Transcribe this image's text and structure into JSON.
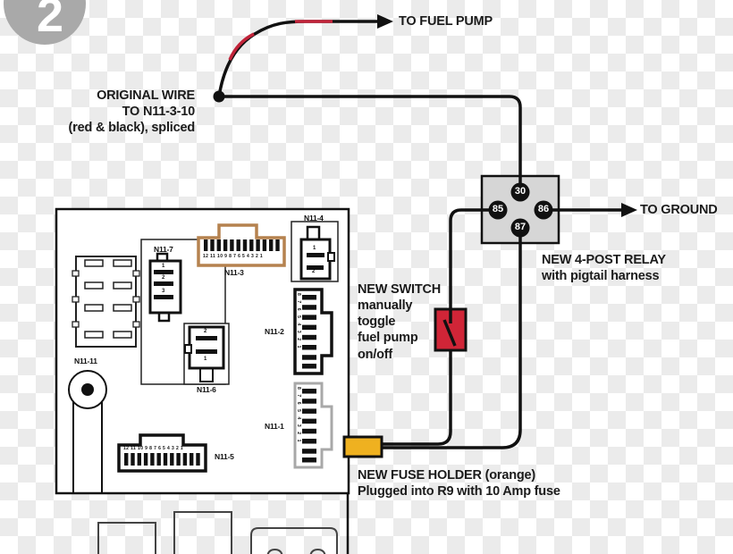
{
  "badge": {
    "number": "2"
  },
  "labels": {
    "to_fuel_pump": "TO FUEL PUMP",
    "to_ground": "TO GROUND",
    "original_wire": {
      "line1": "ORIGINAL WIRE",
      "line2": "TO N11-3-10",
      "line3": "(red & black), spliced"
    },
    "relay": {
      "line1": "NEW 4-POST RELAY",
      "line2": "with pigtail harness"
    },
    "switch": {
      "line1": "NEW SWITCH",
      "line2": "manually",
      "line3": "toggle",
      "line4": "fuel pump",
      "line5": "on/off"
    },
    "fuse": {
      "line1": "NEW FUSE HOLDER (orange)",
      "line2": "Plugged into R9 with 10 Amp fuse"
    }
  },
  "relay_posts": {
    "p30": "30",
    "p85": "85",
    "p86": "86",
    "p87": "87"
  },
  "fusebox": {
    "connector_labels": {
      "n11_7": "N11-7",
      "n11_3": "N11-3",
      "n11_4": "N11-4",
      "n11_2": "N11-2",
      "n11_6": "N11-6",
      "n11_1": "N11-1",
      "n11_5": "N11-5",
      "n11_11": "N11-11"
    },
    "pin_rows": {
      "n11_3": "12 11 10 9 8 7 6 5 4 3 2 1",
      "n11_5": "12 11 10 9 8 7 6 5 4 3 2 1"
    },
    "pin_cols": {
      "n11_2": "87654321",
      "n11_1": "87654321"
    },
    "pins": {
      "n11_7": [
        "1",
        "2",
        "3"
      ],
      "n11_6": [
        "2",
        "1"
      ],
      "n11_4": [
        "1",
        "2"
      ]
    }
  },
  "colors": {
    "wire_black": "#111111",
    "wire_red": "#c2243a",
    "switch_red": "#d02537",
    "fuse_orange": "#efb120",
    "connector_tan": "#b5824f",
    "relay_gray": "#d6d6d6",
    "badge_gray": "#a9a9a9",
    "checker_gray": "#ebebeb"
  }
}
